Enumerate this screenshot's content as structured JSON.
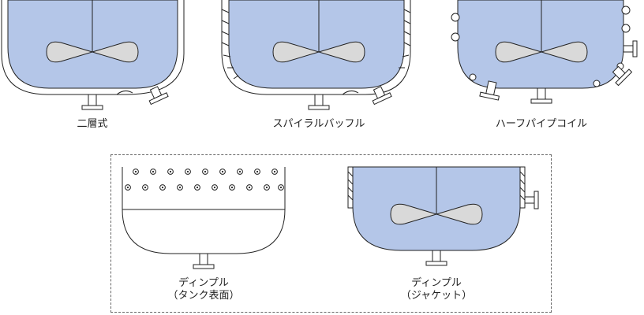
{
  "colors": {
    "liquid": "#b4c6e8",
    "line": "#222222",
    "impeller": "#d9d9d9",
    "background": "#ffffff"
  },
  "vessels": [
    {
      "label_lines": [
        "二層式"
      ]
    },
    {
      "label_lines": [
        "スパイラルバッフル"
      ]
    },
    {
      "label_lines": [
        "ハーフパイプコイル"
      ]
    },
    {
      "label_lines": [
        "ディンプル",
        "（タンク表面）"
      ]
    },
    {
      "label_lines": [
        "ディンプル",
        "（ジャケット）"
      ]
    }
  ]
}
